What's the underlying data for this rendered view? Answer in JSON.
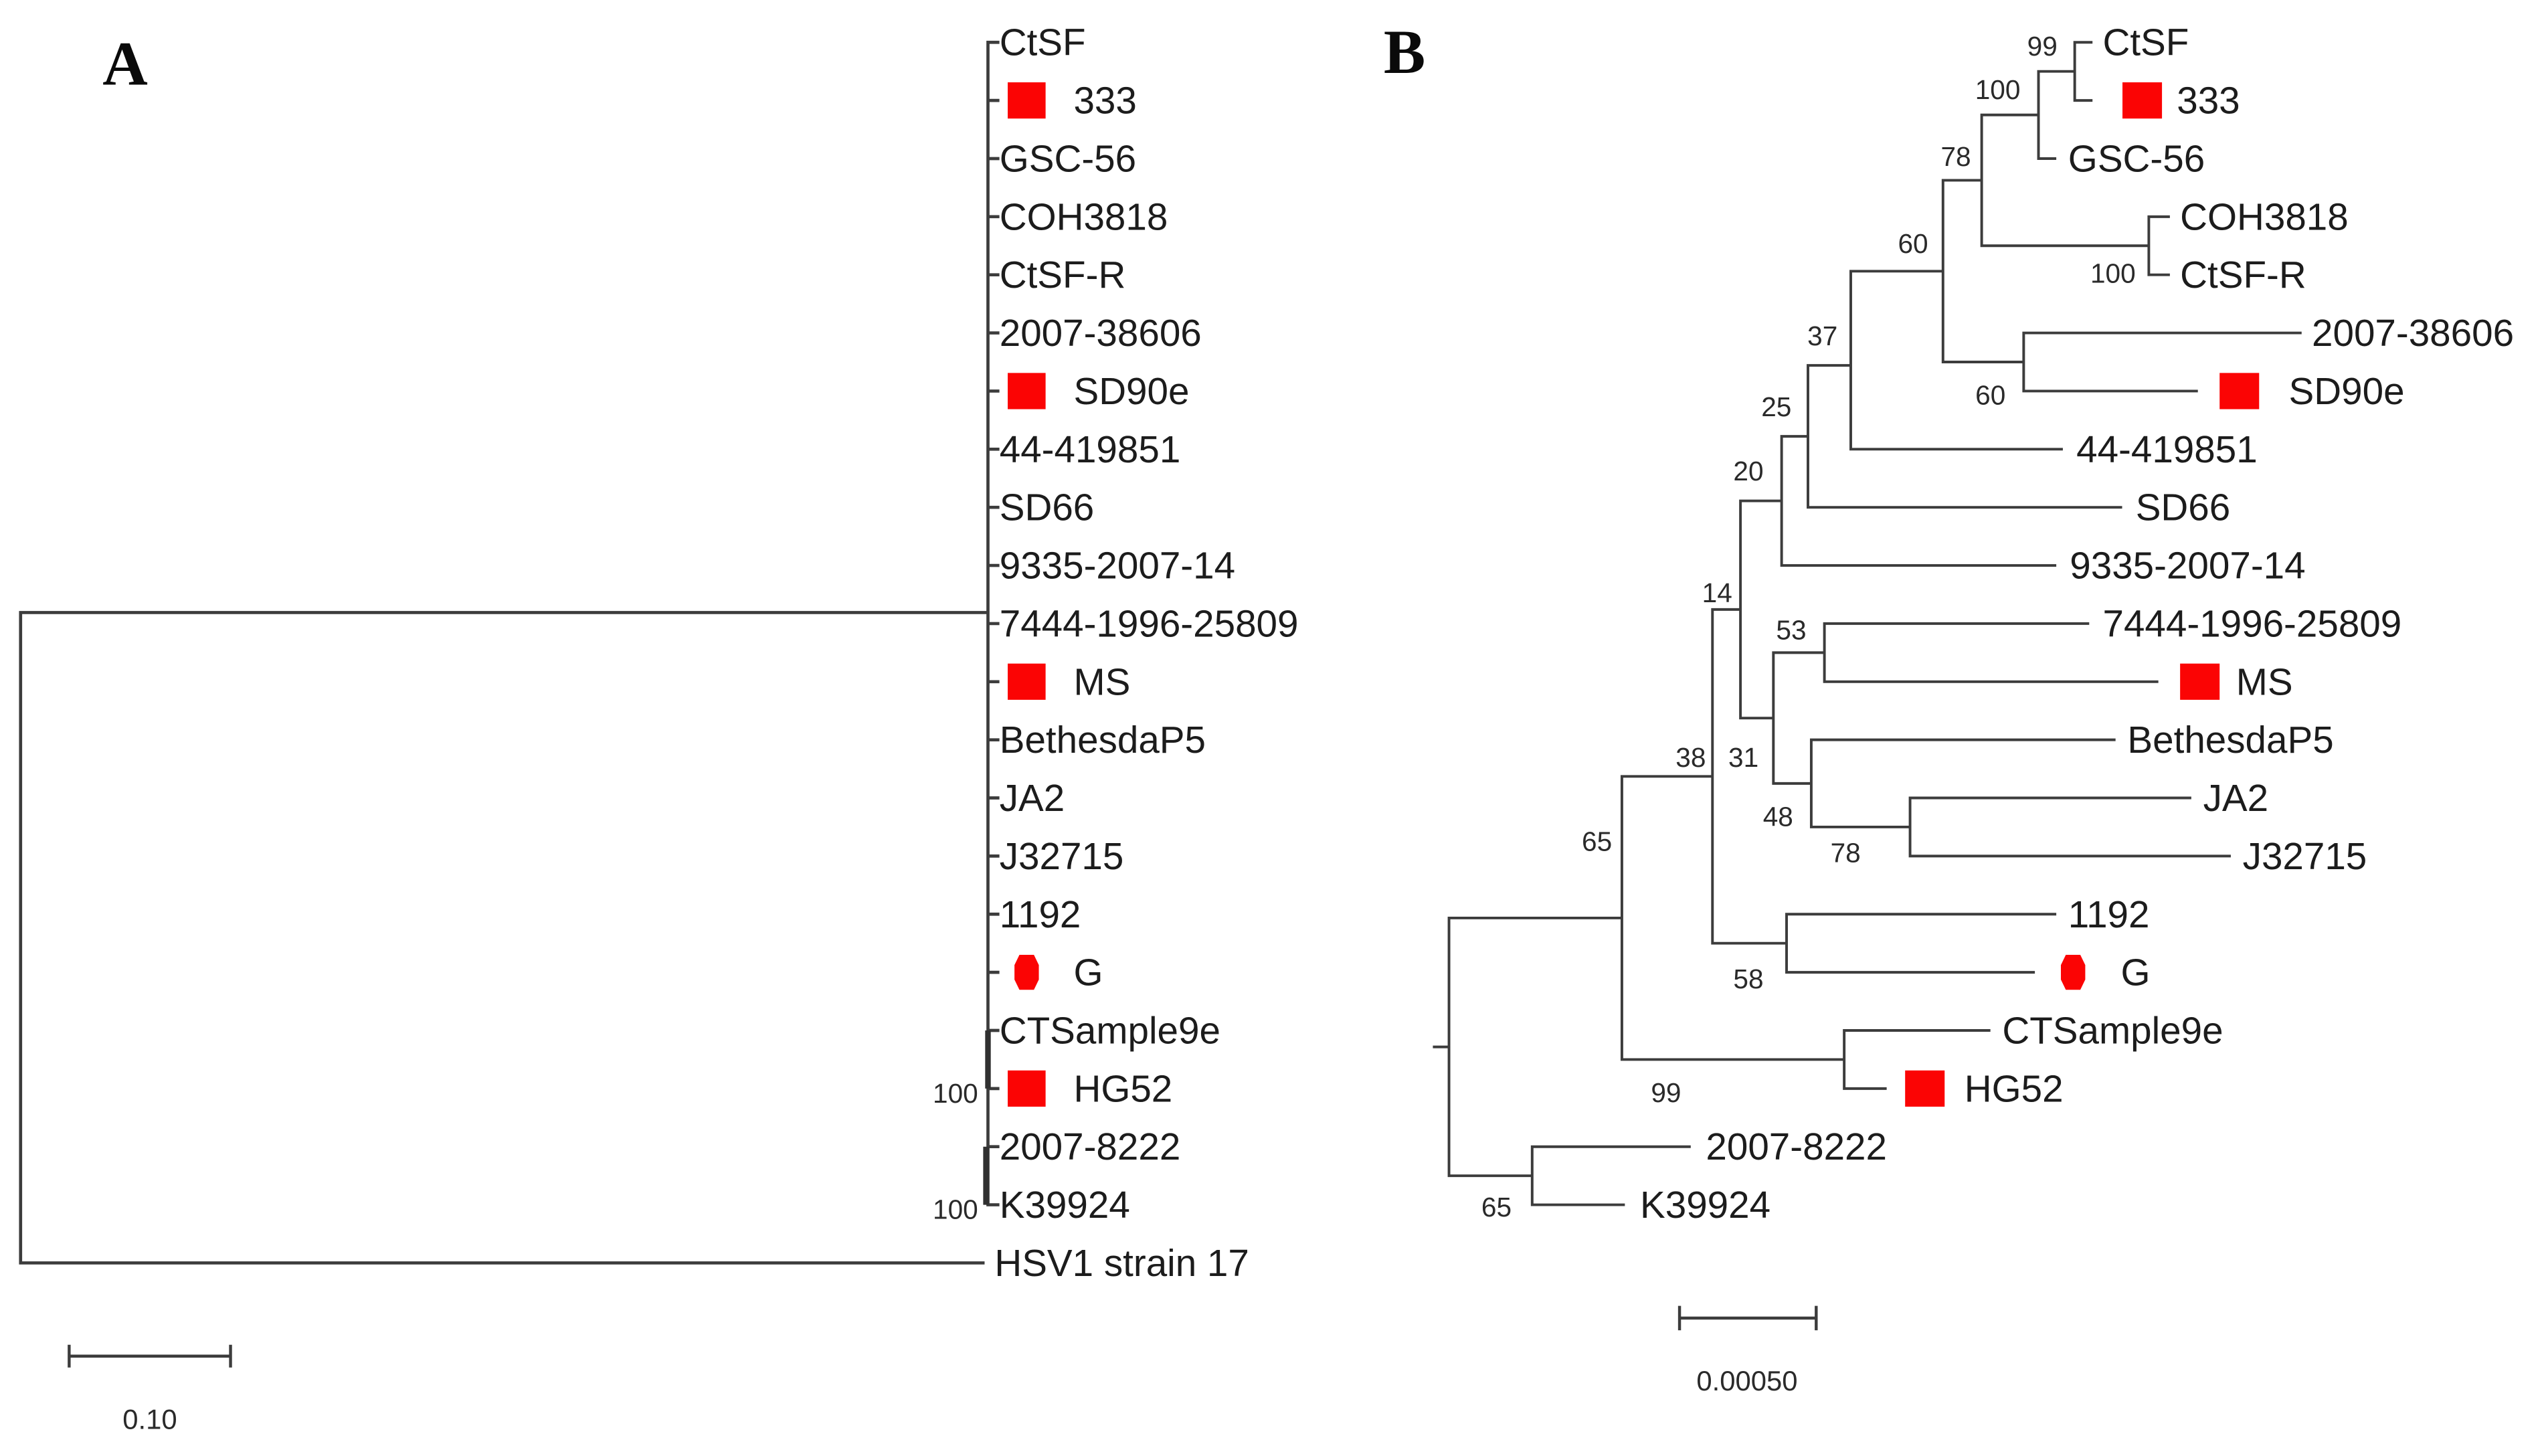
{
  "figure": {
    "colors": {
      "marker_red": "#fb0404",
      "line": "#3c3c3c",
      "text": "#1c1c1c",
      "background": "#ffffff"
    },
    "panel_a": {
      "label": "A",
      "scale_bar_label": "0.10",
      "taxa": [
        {
          "name": "CtSF",
          "marker": "none"
        },
        {
          "name": "333",
          "marker": "red-square"
        },
        {
          "name": "GSC-56",
          "marker": "none"
        },
        {
          "name": "COH3818",
          "marker": "none"
        },
        {
          "name": "CtSF-R",
          "marker": "none"
        },
        {
          "name": "2007-38606",
          "marker": "none"
        },
        {
          "name": "SD90e",
          "marker": "red-square"
        },
        {
          "name": "44-419851",
          "marker": "none"
        },
        {
          "name": "SD66",
          "marker": "none"
        },
        {
          "name": "9335-2007-14",
          "marker": "none"
        },
        {
          "name": "7444-1996-25809",
          "marker": "none"
        },
        {
          "name": "MS",
          "marker": "red-square"
        },
        {
          "name": "BethesdaP5",
          "marker": "none"
        },
        {
          "name": "JA2",
          "marker": "none"
        },
        {
          "name": "J32715",
          "marker": "none"
        },
        {
          "name": "1192",
          "marker": "none"
        },
        {
          "name": "G",
          "marker": "red-octagon"
        },
        {
          "name": "CTSample9e",
          "marker": "none"
        },
        {
          "name": "HG52",
          "marker": "red-square"
        },
        {
          "name": "2007-8222",
          "marker": "none"
        },
        {
          "name": "K39924",
          "marker": "none"
        },
        {
          "name": "HSV1 strain 17",
          "marker": "none"
        }
      ],
      "bootstraps": [
        {
          "node": "ctsample9e-hg52",
          "value": "100"
        },
        {
          "node": "2007-8222-k39924",
          "value": "100"
        }
      ]
    },
    "panel_b": {
      "label": "B",
      "scale_bar_label": "0.00050",
      "taxa": [
        {
          "name": "CtSF",
          "marker": "none"
        },
        {
          "name": "333",
          "marker": "red-square"
        },
        {
          "name": "GSC-56",
          "marker": "none"
        },
        {
          "name": "COH3818",
          "marker": "none"
        },
        {
          "name": "CtSF-R",
          "marker": "none"
        },
        {
          "name": "2007-38606",
          "marker": "none"
        },
        {
          "name": "SD90e",
          "marker": "red-square"
        },
        {
          "name": "44-419851",
          "marker": "none"
        },
        {
          "name": "SD66",
          "marker": "none"
        },
        {
          "name": "9335-2007-14",
          "marker": "none"
        },
        {
          "name": "7444-1996-25809",
          "marker": "none"
        },
        {
          "name": "MS",
          "marker": "red-square"
        },
        {
          "name": "BethesdaP5",
          "marker": "none"
        },
        {
          "name": "JA2",
          "marker": "none"
        },
        {
          "name": "J32715",
          "marker": "none"
        },
        {
          "name": "1192",
          "marker": "none"
        },
        {
          "name": "G",
          "marker": "red-octagon"
        },
        {
          "name": "CTSample9e",
          "marker": "none"
        },
        {
          "name": "HG52",
          "marker": "red-square"
        },
        {
          "name": "2007-8222",
          "marker": "none"
        },
        {
          "name": "K39924",
          "marker": "none"
        }
      ],
      "bootstraps": [
        {
          "node": "ctsf-333",
          "value": "99"
        },
        {
          "node": "ctsf-333-gsc56",
          "value": "100"
        },
        {
          "node": "clade1-upper",
          "value": "78"
        },
        {
          "node": "coh3818-ctsfr",
          "value": "100"
        },
        {
          "node": "clade1-join",
          "value": "60"
        },
        {
          "node": "2007-38606-sd90e",
          "value": "60"
        },
        {
          "node": "44-419851-join",
          "value": "37"
        },
        {
          "node": "sd66-join",
          "value": "25"
        },
        {
          "node": "9335-join",
          "value": "20"
        },
        {
          "node": "mid-join",
          "value": "14"
        },
        {
          "node": "7444-ms",
          "value": "53"
        },
        {
          "node": "31-join",
          "value": "31"
        },
        {
          "node": "38-join",
          "value": "38"
        },
        {
          "node": "bethesda-join",
          "value": "48"
        },
        {
          "node": "ja2-j32715",
          "value": "78"
        },
        {
          "node": "1192-g",
          "value": "58"
        },
        {
          "node": "65-join",
          "value": "65"
        },
        {
          "node": "ctsample9e-hg52",
          "value": "99"
        },
        {
          "node": "2007-8222-k39924",
          "value": "65"
        }
      ]
    }
  }
}
